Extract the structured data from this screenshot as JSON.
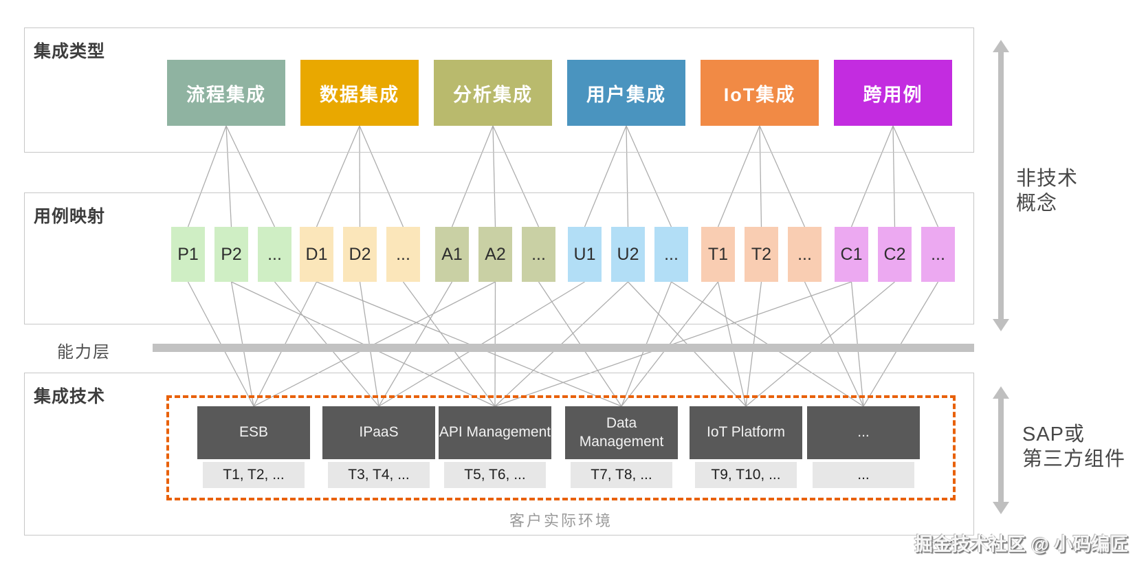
{
  "sections": {
    "types": {
      "title": "集成类型",
      "items": [
        {
          "label": "流程集成",
          "color": "#8fb3a1"
        },
        {
          "label": "数据集成",
          "color": "#e9a800"
        },
        {
          "label": "分析集成",
          "color": "#b9ba6d"
        },
        {
          "label": "用户集成",
          "color": "#4a94bf"
        },
        {
          "label": "IoT集成",
          "color": "#f18a45"
        },
        {
          "label": "跨用例",
          "color": "#c32ce0"
        }
      ]
    },
    "usecases": {
      "title": "用例映射",
      "groups": [
        {
          "color": "#cfeec4",
          "items": [
            "P1",
            "P2",
            "..."
          ]
        },
        {
          "color": "#fbe6ba",
          "items": [
            "D1",
            "D2",
            "..."
          ]
        },
        {
          "color": "#c9d0a4",
          "items": [
            "A1",
            "A2",
            "..."
          ]
        },
        {
          "color": "#b2def6",
          "items": [
            "U1",
            "U2",
            "..."
          ]
        },
        {
          "color": "#f9cdb2",
          "items": [
            "T1",
            "T2",
            "..."
          ]
        },
        {
          "color": "#eca9f1",
          "items": [
            "C1",
            "C2",
            "..."
          ]
        }
      ]
    },
    "capability": {
      "label": "能力层"
    },
    "tech": {
      "title": "集成技术",
      "columns": [
        {
          "name": "ESB",
          "tags": "T1, T2, ..."
        },
        {
          "name": "IPaaS",
          "tags": "T3, T4, ..."
        },
        {
          "name": "API Management",
          "tags": "T5, T6, ..."
        },
        {
          "name": "Data Management",
          "tags": "T7, T8, ..."
        },
        {
          "name": "IoT Platform",
          "tags": "T9, T10, ..."
        },
        {
          "name": "...",
          "tags": "..."
        }
      ],
      "env_caption": "客户实际环境",
      "dark_box_color": "#595959",
      "tag_box_color": "#e7e7e7",
      "dashed_border_color": "#e8610a"
    },
    "side": {
      "top_line1": "非技术",
      "top_line2": "概念",
      "bottom_line1": "SAP或",
      "bottom_line2": "第三方组件"
    },
    "watermark": "掘金技术社区 @ 小码编匠"
  },
  "connections": {
    "wire_color": "#adadad",
    "usecase_to_tech": [
      [
        0,
        0,
        0
      ],
      [
        0,
        1,
        0
      ],
      [
        1,
        0,
        0
      ],
      [
        2,
        1,
        0
      ],
      [
        0,
        2,
        1
      ],
      [
        1,
        1,
        1
      ],
      [
        2,
        0,
        1
      ],
      [
        3,
        0,
        1
      ],
      [
        0,
        1,
        2
      ],
      [
        1,
        2,
        2
      ],
      [
        2,
        1,
        2
      ],
      [
        3,
        1,
        2
      ],
      [
        5,
        0,
        2
      ],
      [
        1,
        0,
        3
      ],
      [
        2,
        2,
        3
      ],
      [
        3,
        2,
        3
      ],
      [
        4,
        0,
        3
      ],
      [
        3,
        1,
        4
      ],
      [
        4,
        0,
        4
      ],
      [
        4,
        1,
        4
      ],
      [
        5,
        1,
        4
      ],
      [
        3,
        2,
        5
      ],
      [
        4,
        2,
        5
      ],
      [
        5,
        0,
        5
      ],
      [
        5,
        2,
        5
      ]
    ]
  }
}
